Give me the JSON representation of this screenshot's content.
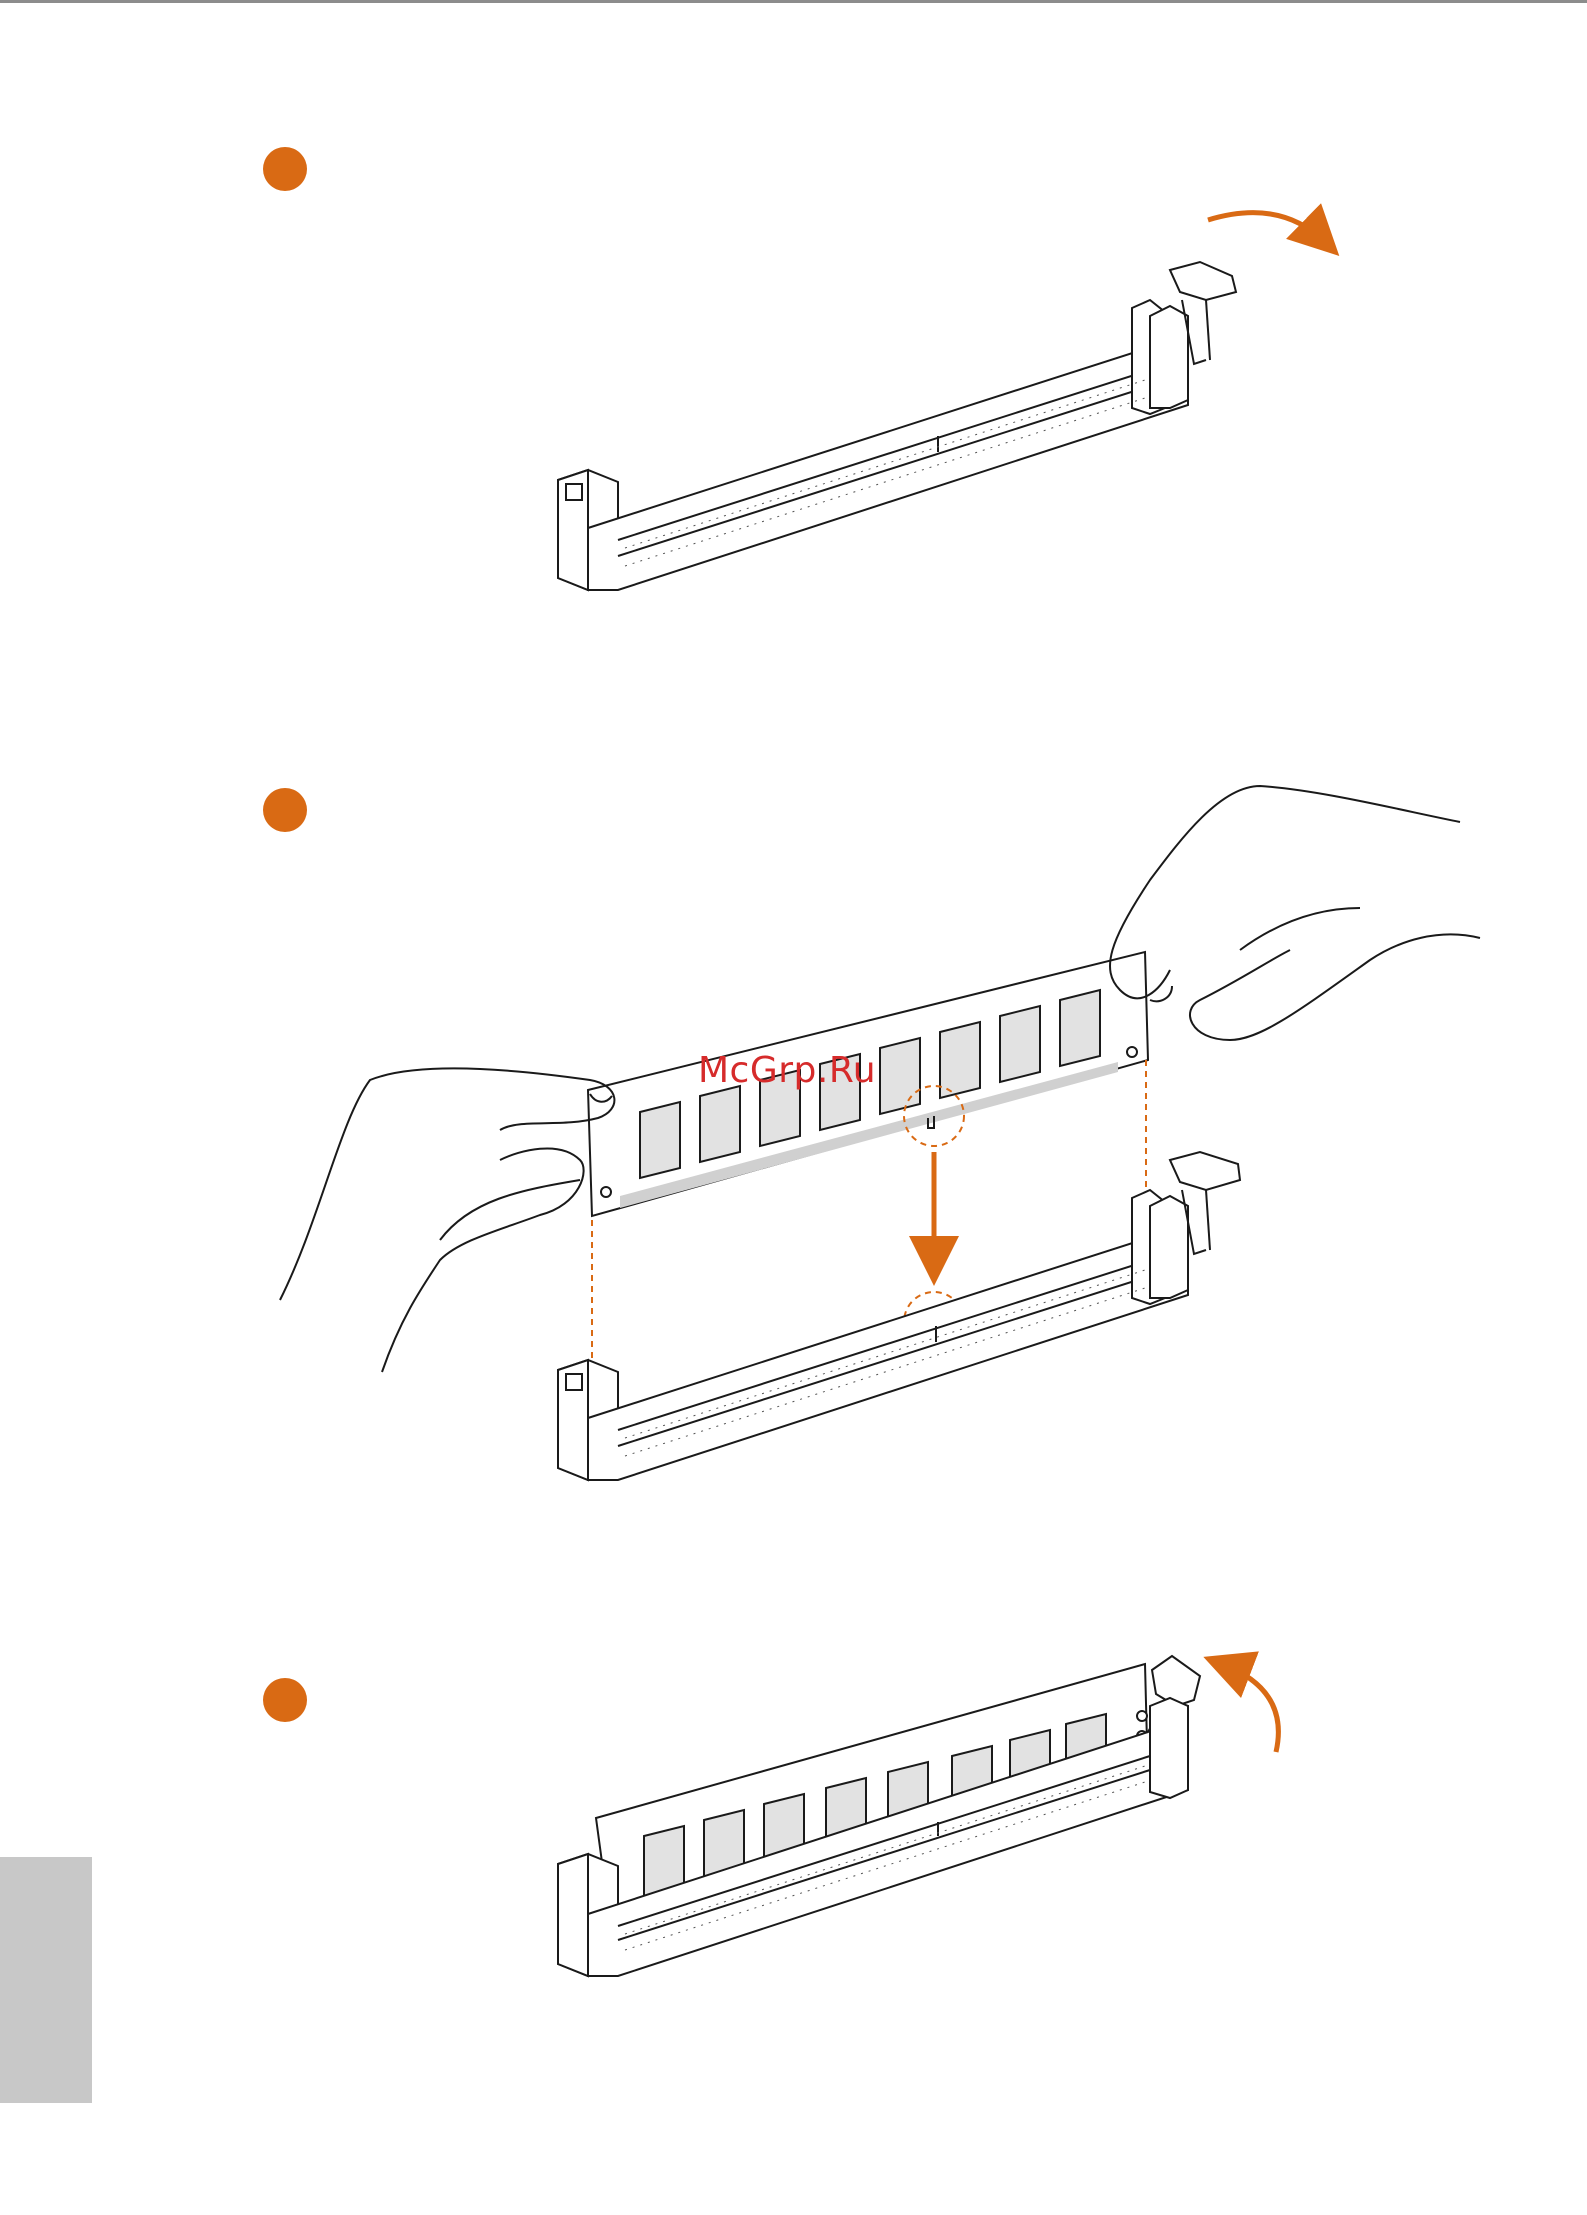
{
  "watermark": {
    "text": "McGrp.Ru"
  },
  "colors": {
    "accent": "#d96a14",
    "line": "#1a1a1a",
    "chip_fill": "#e2e2e2",
    "tab_gray": "#c8c8c8",
    "watermark": "#d62b2b"
  },
  "steps": [
    {
      "name": "step-1-open-clip"
    },
    {
      "name": "step-2-insert-module"
    },
    {
      "name": "step-3-lock-clip"
    }
  ]
}
